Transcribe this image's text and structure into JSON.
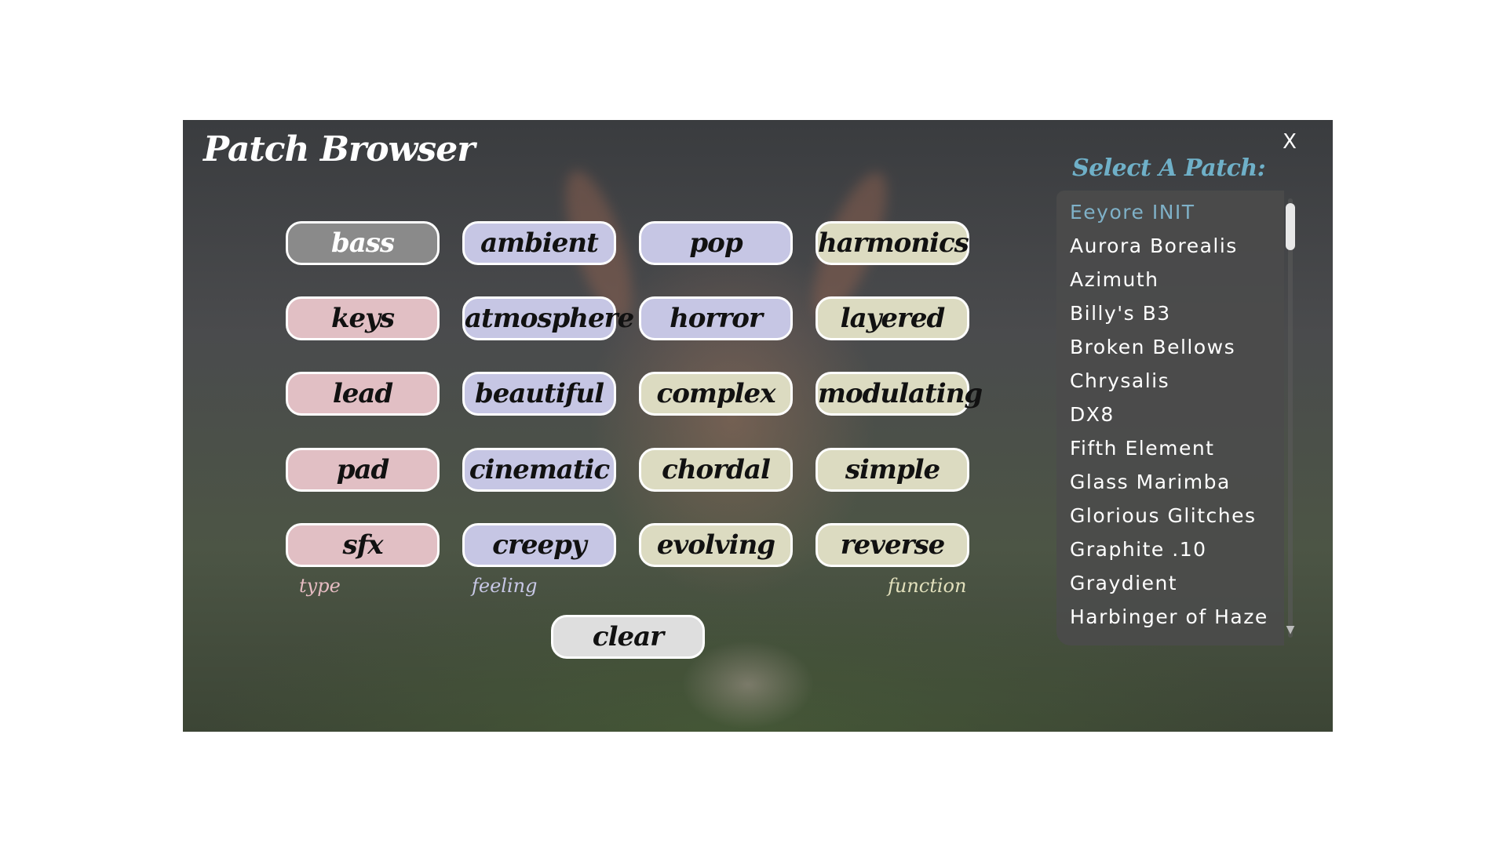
{
  "window": {
    "title": "Patch Browser",
    "close_label": "X"
  },
  "tags": {
    "type": [
      "bass",
      "keys",
      "lead",
      "pad",
      "sfx"
    ],
    "feeling": [
      "ambient",
      "atmosphere",
      "beautiful",
      "cinematic",
      "creepy"
    ],
    "feeling2": [
      "pop",
      "horror",
      "complex",
      "chordal",
      "evolving"
    ],
    "function": [
      "harmonics",
      "layered",
      "modulating",
      "simple",
      "reverse"
    ],
    "selected": "bass"
  },
  "group_labels": {
    "type": "type",
    "feeling": "feeling",
    "function": "function"
  },
  "clear_label": "clear",
  "patches": {
    "heading": "Select A Patch:",
    "current": "Eeyore INIT",
    "items": [
      "Eeyore INIT",
      "Aurora Borealis",
      "Azimuth",
      "Billy's B3",
      "Broken Bellows",
      "Chrysalis",
      "DX8",
      "Fifth Element",
      "Glass Marimba",
      "Glorious Glitches",
      "Graphite .10",
      "Graydient",
      "Harbinger of Haze"
    ]
  },
  "colors": {
    "type": "#e1bfc4",
    "feeling": "#c6c6e4",
    "function": "#dcdbc1",
    "selected": "#8a8a8a",
    "accent": "#6fb0c8"
  },
  "icons": {
    "scroll_down": "triangle-down-icon"
  }
}
